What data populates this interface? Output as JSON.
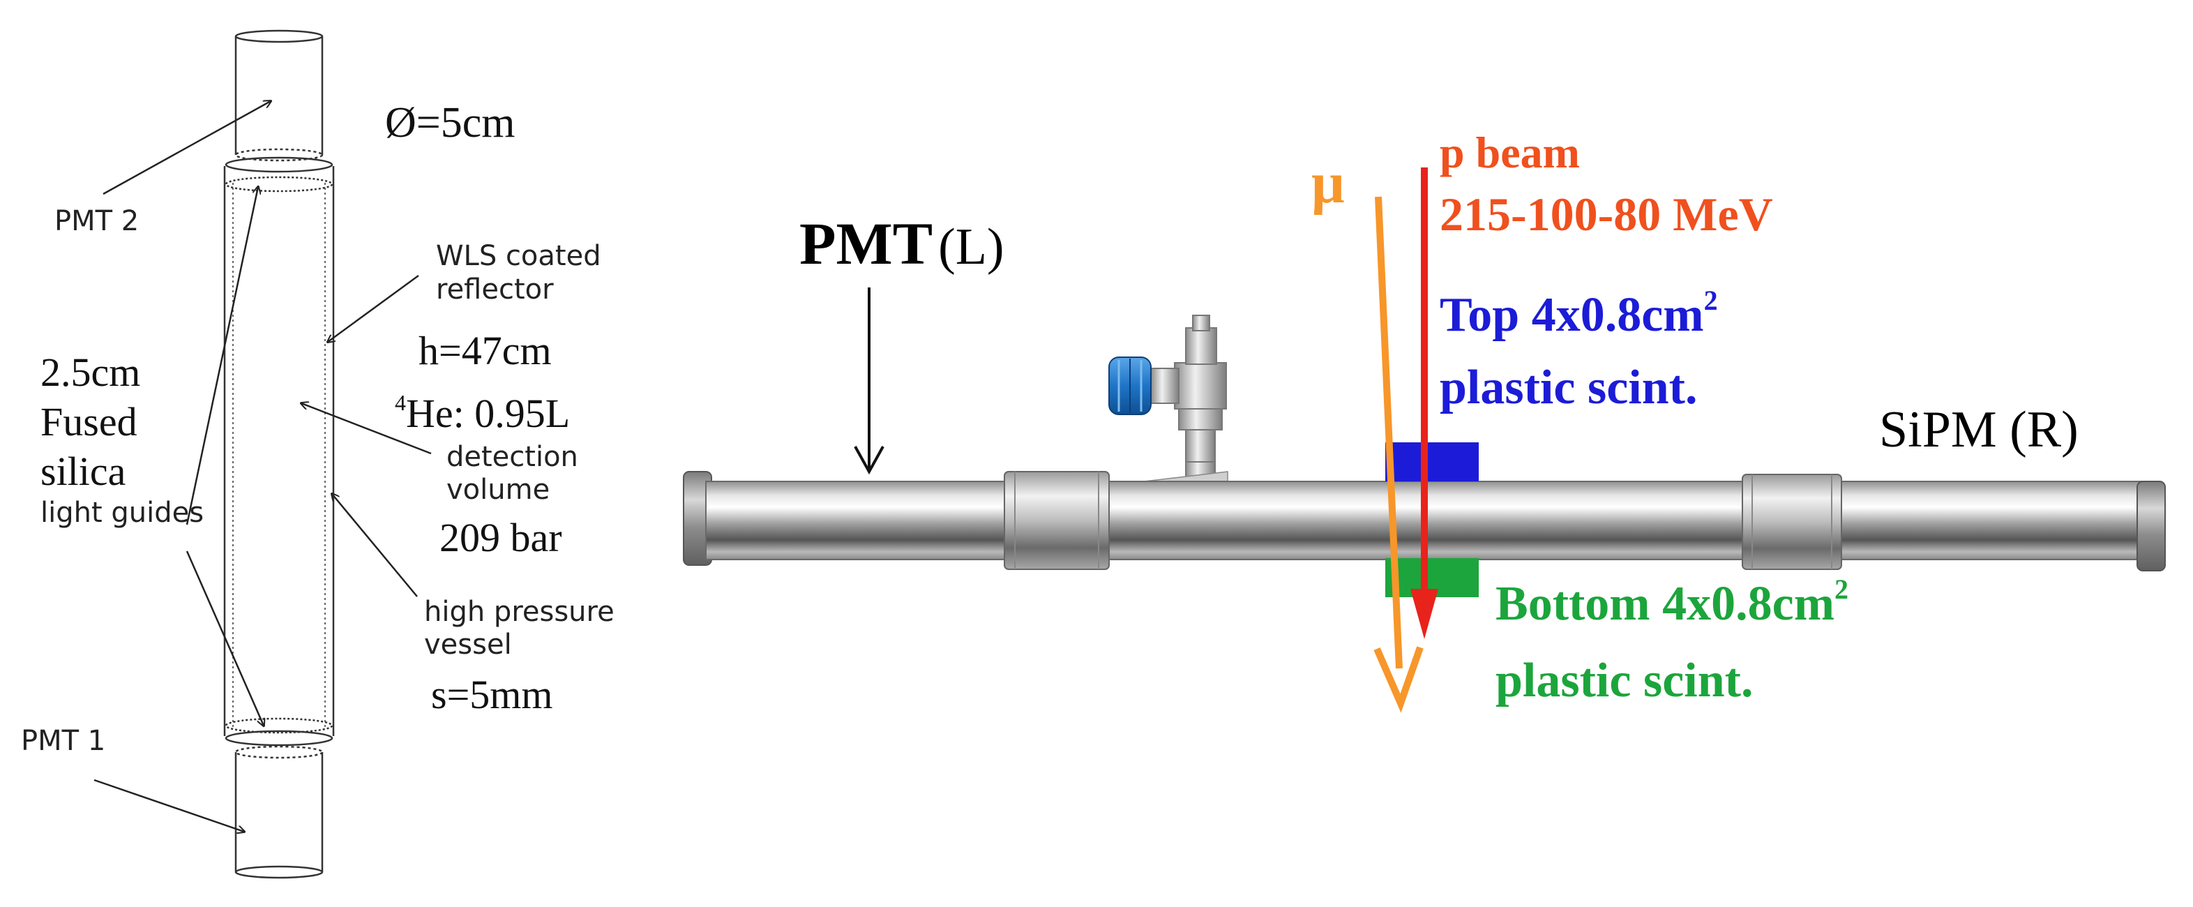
{
  "left_schematic": {
    "diameter": "Ø=5cm",
    "pmt2": "PMT 2",
    "pmt1": "PMT 1",
    "wls_line1": "WLS coated",
    "wls_line2": "reflector",
    "height": "h=47cm",
    "he_sup": "4",
    "he_volume": "He: 0.95L",
    "detection_line1": "detection",
    "detection_line2": "volume",
    "pressure": "209 bar",
    "hp_line1": "high pressure",
    "hp_line2": "vessel",
    "thickness": "s=5mm",
    "lg_line1": "2.5cm",
    "lg_line2": "Fused",
    "lg_line3": "silica",
    "lg_line4": "light guides"
  },
  "right_setup": {
    "pmt_bold": "PMT",
    "pmt_side": "(L)",
    "sipm": "SiPM (R)",
    "mu": "μ",
    "beam_line1": "p beam",
    "beam_line2": "215-100-80 MeV",
    "top_line1": "Top 4x0.8cm",
    "top_sup": "2",
    "top_line2": "plastic scint.",
    "bottom_line1": "Bottom 4x0.8cm",
    "bottom_sup": "2",
    "bottom_line2": "plastic scint."
  },
  "colors": {
    "beam": "#e8231c",
    "beam_text": "#f0501e",
    "muon": "#f7962a",
    "top_scint": "#1c1cd8",
    "bottom_scint": "#1ca53c",
    "valve_knob": "#1f74c6"
  }
}
